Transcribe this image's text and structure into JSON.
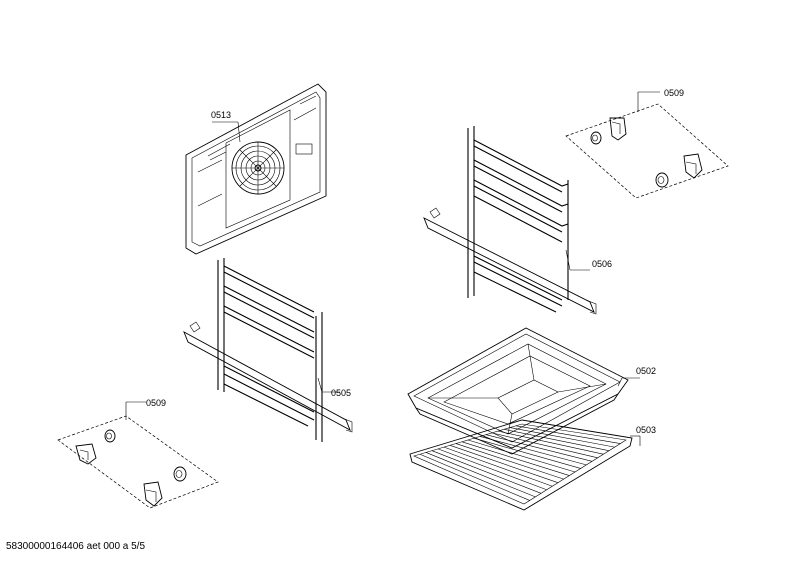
{
  "parts": [
    {
      "id": "fan-panel",
      "label": "0513"
    },
    {
      "id": "clips-top",
      "label": "0509"
    },
    {
      "id": "rail-right",
      "label": "0506"
    },
    {
      "id": "rail-left",
      "label": "0505"
    },
    {
      "id": "tray",
      "label": "0502"
    },
    {
      "id": "grid-rack",
      "label": "0503"
    },
    {
      "id": "clips-bottom",
      "label": "0509"
    }
  ],
  "footer": "58300000164406 aet 000 a 5/5"
}
